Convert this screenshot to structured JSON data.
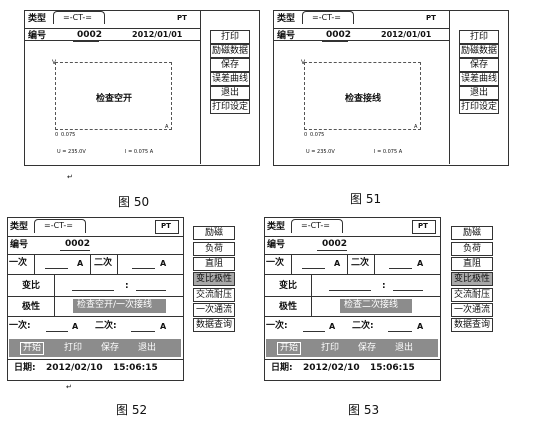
{
  "fig50": {
    "type_label": "类型",
    "type_value": "=-CT-=",
    "pt": "PT",
    "no_label": "编号",
    "no_value": "0002",
    "date": "2012/01/01",
    "plot_message": "检查空开",
    "y_axis": "V",
    "x_axis": "A",
    "origin": "0",
    "x_tick": "0.075",
    "u_readout": "U = 235.0V",
    "i_readout": "I = 0.075 A",
    "buttons": [
      "打印",
      "励磁数据",
      "保存",
      "误差曲线",
      "退出",
      "打印设定"
    ],
    "caption": "图 50"
  },
  "fig51": {
    "type_label": "类型",
    "type_value": "=-CT-=",
    "pt": "PT",
    "no_label": "编号",
    "no_value": "0002",
    "date": "2012/01/01",
    "plot_message": "检查接线",
    "y_axis": "V",
    "x_axis": "A",
    "origin": "0",
    "x_tick": "0.075",
    "u_readout": "U = 235.0V",
    "i_readout": "I = 0.075 A",
    "buttons": [
      "打印",
      "励磁数据",
      "保存",
      "误差曲线",
      "退出",
      "打印设定"
    ],
    "caption": "图 51"
  },
  "fig52": {
    "type_label": "类型",
    "type_value": "=-CT-=",
    "pt": "PT",
    "no_label": "编号",
    "no_value": "0002",
    "primary_label": "一次",
    "secondary_label": "二次",
    "unit_a": "A",
    "ratio_label": "变比",
    "colon": ":",
    "polarity_label": "极性",
    "polarity_value": "检查空开/一次接线",
    "primary_label2": "一次:",
    "secondary_label2": "二次:",
    "actions": [
      "开始",
      "打印",
      "保存",
      "退出"
    ],
    "date_label": "日期:",
    "date_value": "2012/02/10",
    "time_value": "15:06:15",
    "side": [
      "励磁",
      "负荷",
      "直阻",
      "变比极性",
      "交流耐压",
      "一次通流",
      "数据查询"
    ],
    "selected": 3,
    "caption": "图 52"
  },
  "fig53": {
    "type_label": "类型",
    "type_value": "=-CT-=",
    "pt": "PT",
    "no_label": "编号",
    "no_value": "0002",
    "primary_label": "一次",
    "secondary_label": "二次",
    "unit_a": "A",
    "ratio_label": "变比",
    "colon": ":",
    "polarity_label": "极性",
    "polarity_value": "检查二次接线",
    "primary_label2": "一次:",
    "secondary_label2": "二次:",
    "actions": [
      "开始",
      "打印",
      "保存",
      "退出"
    ],
    "date_label": "日期:",
    "date_value": "2012/02/10",
    "time_value": "15:06:15",
    "side": [
      "励磁",
      "负荷",
      "直阻",
      "变比极性",
      "交流耐压",
      "一次通流",
      "数据查询"
    ],
    "selected": 3,
    "caption": "图 53"
  }
}
